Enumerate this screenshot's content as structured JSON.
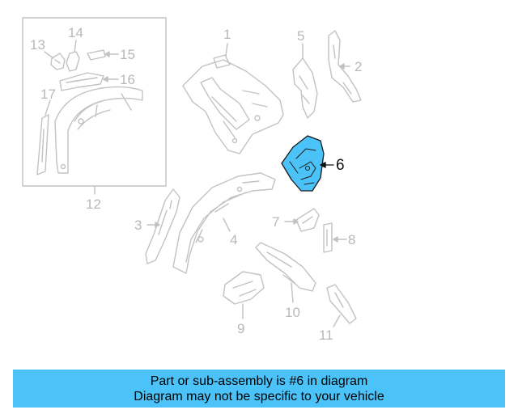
{
  "diagram": {
    "highlight_color": "#4cc3f8",
    "line_color": "#c2c2c2",
    "callouts": {
      "c1": "1",
      "c2": "2",
      "c3": "3",
      "c4": "4",
      "c5": "5",
      "c6": "6",
      "c7": "7",
      "c8": "8",
      "c9": "9",
      "c10": "10",
      "c11": "11",
      "c12": "12",
      "c13": "13",
      "c14": "14",
      "c15": "15",
      "c16": "16",
      "c17": "17"
    }
  },
  "banner": {
    "line1": "Part or sub-assembly is #6 in diagram",
    "line2": "Diagram may not be specific to your vehicle",
    "background": "#4cc3f8"
  }
}
